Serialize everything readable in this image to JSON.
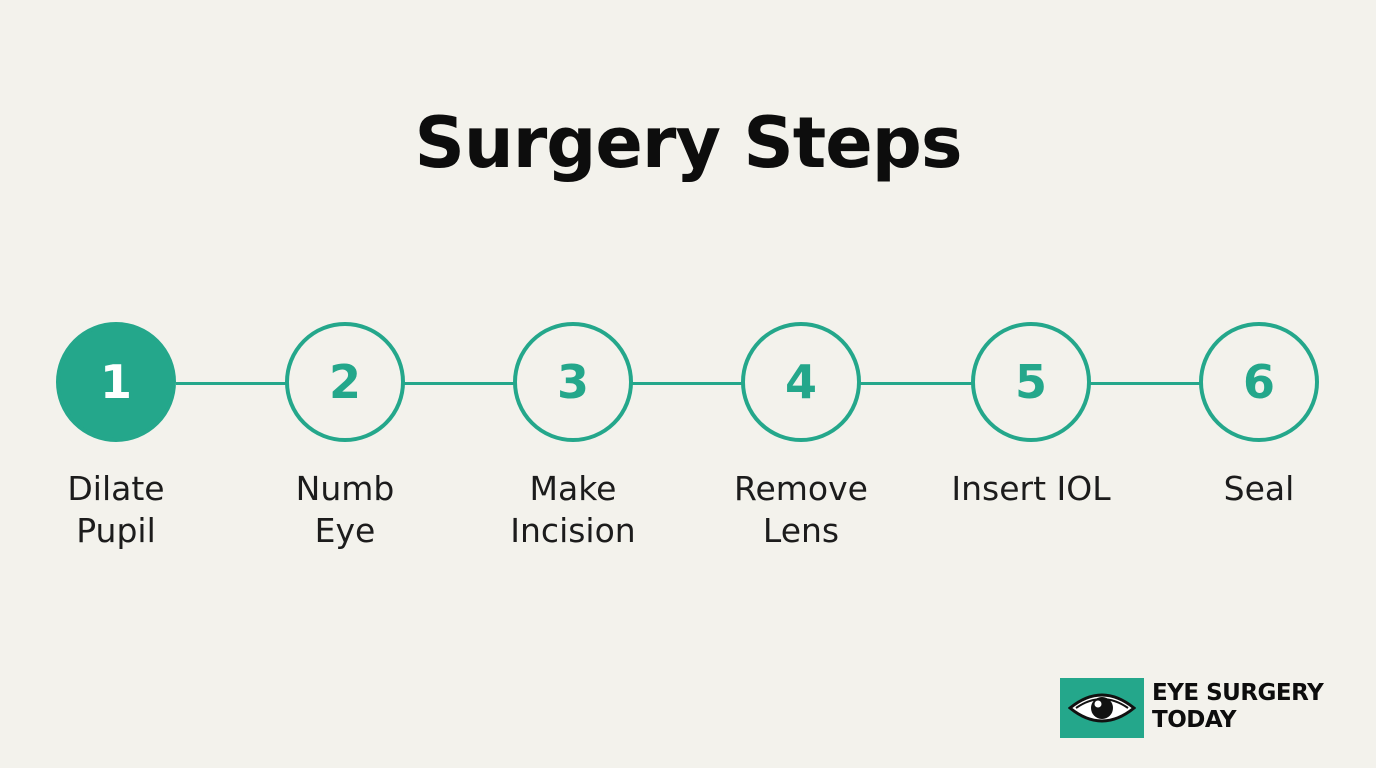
{
  "title": "Surgery Steps",
  "accent_color": "#24a78b",
  "background_color": "#f3f2ec",
  "steps": [
    {
      "number": "1",
      "label": "Dilate\nPupil",
      "active": true
    },
    {
      "number": "2",
      "label": "Numb\nEye",
      "active": false
    },
    {
      "number": "3",
      "label": "Make\nIncision",
      "active": false
    },
    {
      "number": "4",
      "label": "Remove\nLens",
      "active": false
    },
    {
      "number": "5",
      "label": "Insert IOL",
      "active": false
    },
    {
      "number": "6",
      "label": "Seal",
      "active": false
    }
  ],
  "logo": {
    "icon": "eye-icon",
    "line1": "EYE SURGERY",
    "line2": "TODAY"
  }
}
